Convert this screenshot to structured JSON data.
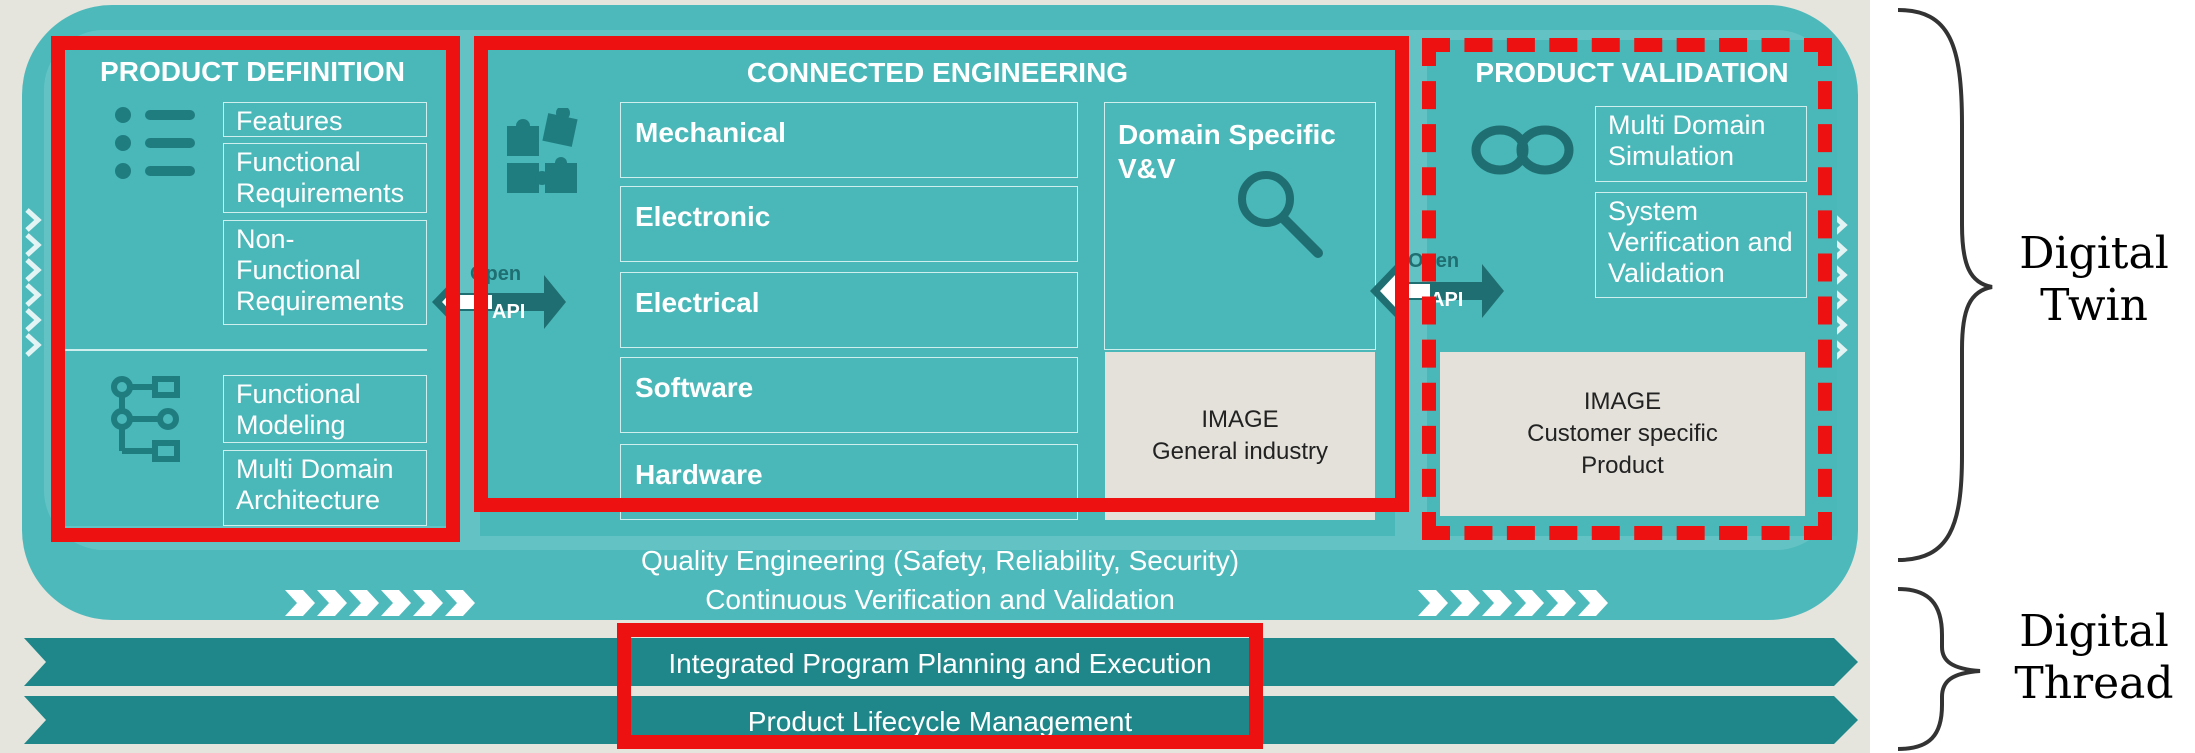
{
  "product_definition": {
    "title": "PRODUCT DEFINITION",
    "items": [
      "Features",
      "Functional Requirements",
      "Non-Functional Requirements"
    ],
    "modeling_items": [
      "Functional Modeling",
      "Multi Domain Architecture"
    ],
    "icons": [
      "list-icon",
      "flow-diagram-icon"
    ]
  },
  "connected_engineering": {
    "title": "CONNECTED ENGINEERING",
    "domains": [
      "Mechanical",
      "Electronic",
      "Electrical",
      "Software",
      "Hardware"
    ],
    "vv_title": "Domain Specific V&V",
    "image_label": "IMAGE",
    "image_caption": "General industry",
    "icons": [
      "puzzle-icon",
      "magnifier-icon"
    ]
  },
  "product_validation": {
    "title": "PRODUCT VALIDATION",
    "items": [
      "Multi Domain Simulation",
      "System Verification and Validation"
    ],
    "image_label": "IMAGE",
    "image_caption": "Customer specific Product",
    "icons": [
      "link-icon"
    ]
  },
  "api": {
    "open": "Open",
    "api": "API"
  },
  "bands": {
    "quality": "Quality Engineering (Safety, Reliability, Security)",
    "verification": "Continuous Verification and Validation"
  },
  "thread_rows": [
    "Integrated Program Planning and Execution",
    "Product Lifecycle Management"
  ],
  "brackets": {
    "twin": [
      "Digital",
      "Twin"
    ],
    "thread": [
      "Digital",
      "Thread"
    ]
  },
  "colors": {
    "teal_outer": "#4eb9bb",
    "teal_inner": "#63c3c4",
    "teal_dark": "#1f7d80",
    "highlight_red": "#ee1111",
    "image_gray": "#e3e1da"
  }
}
